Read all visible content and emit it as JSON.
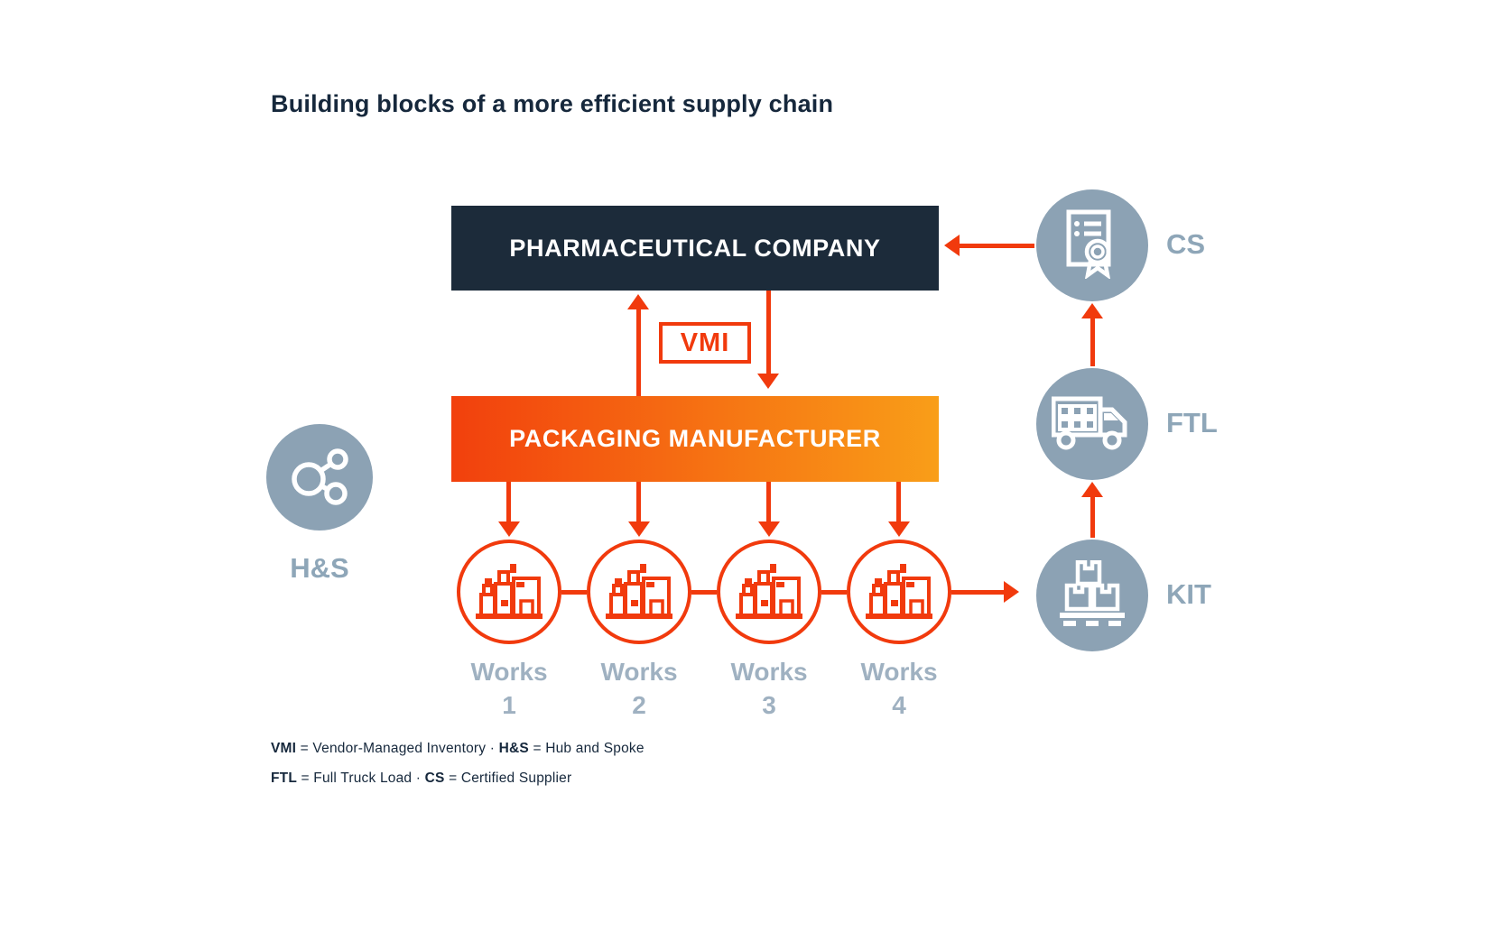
{
  "title": "Building blocks of a more efficient supply chain",
  "colors": {
    "navy": "#1c2b3a",
    "accent_orange": "#f13a0d",
    "accent_orange_light": "#f99e18",
    "gray_blue": "#8ca2b4",
    "works_label_gray": "#9fb1c1",
    "text_dark": "#16283c"
  },
  "nodes": {
    "pharma": {
      "label": "PHARMACEUTICAL COMPANY"
    },
    "packaging": {
      "label": "PACKAGING MANUFACTURER"
    },
    "vmi": {
      "label": "VMI"
    }
  },
  "works": [
    {
      "label": "Works",
      "number": "1"
    },
    {
      "label": "Works",
      "number": "2"
    },
    {
      "label": "Works",
      "number": "3"
    },
    {
      "label": "Works",
      "number": "4"
    }
  ],
  "side_nodes": {
    "hs": {
      "label": "H&S",
      "icon": "hub-and-spoke-icon"
    },
    "cs": {
      "label": "CS",
      "icon": "certificate-icon"
    },
    "ftl": {
      "label": "FTL",
      "icon": "truck-icon"
    },
    "kit": {
      "label": "KIT",
      "icon": "pallet-boxes-icon"
    }
  },
  "legend": {
    "line1": {
      "term1": "VMI",
      "def1": " = Vendor-Managed Inventory · ",
      "term2": "H&S",
      "def2": " = Hub and Spoke"
    },
    "line2": {
      "term1": "FTL",
      "def1": " = Full Truck Load · ",
      "term2": "CS",
      "def2": " = Certified Supplier"
    }
  }
}
